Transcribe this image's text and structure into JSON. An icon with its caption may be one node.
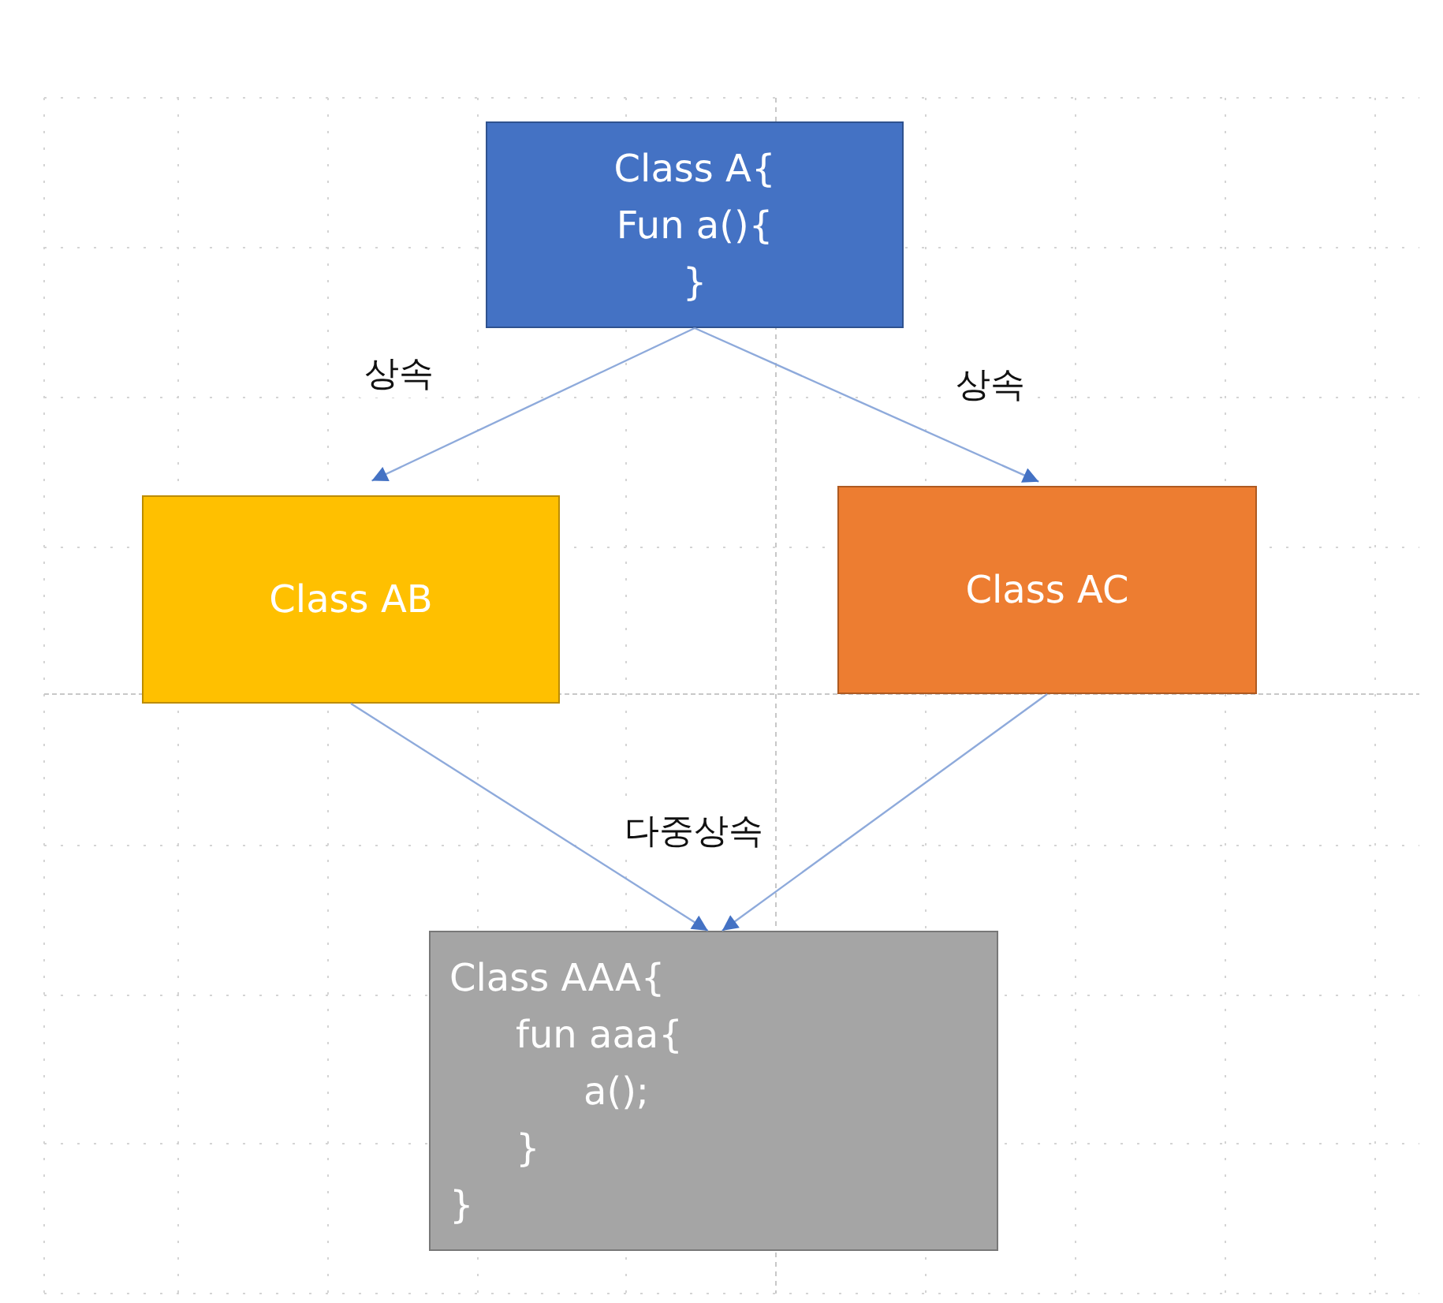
{
  "diagram": {
    "nodes": [
      {
        "text": [
          "Class A{",
          "Fun a(){",
          "}"
        ]
      },
      {
        "text": [
          "Class AB"
        ]
      },
      {
        "text": [
          "Class AC"
        ]
      },
      {
        "text": [
          "Class AAA{",
          "fun aaa{",
          "a();",
          "}",
          "}"
        ]
      }
    ],
    "edges": [
      {
        "from": 0,
        "to": 1,
        "arrow": "to",
        "label": "상속"
      },
      {
        "from": 0,
        "to": 2,
        "arrow": "to",
        "label": "상속"
      },
      {
        "from": 1,
        "to": 3,
        "arrow": "to"
      },
      {
        "from": 2,
        "to": 3,
        "arrow": "to"
      }
    ],
    "labels": [
      "다중상속"
    ]
  }
}
